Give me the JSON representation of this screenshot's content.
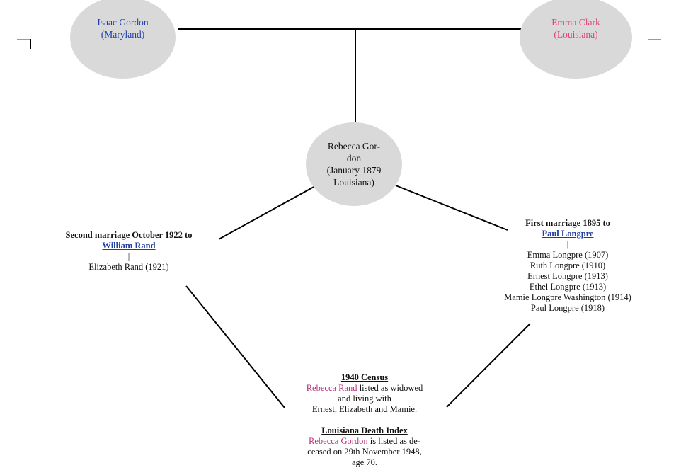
{
  "page": {
    "background": "#ffffff"
  },
  "colors": {
    "node_fill": "#d9d9d9",
    "father_text": "#1f3fb0",
    "mother_text": "#e0407a",
    "link_text": "#1f3f9f",
    "highlight_name": "#b5307e",
    "line": "#000000"
  },
  "father": {
    "name": "Isaac Gordon",
    "origin": "(Maryland)"
  },
  "mother": {
    "name": "Emma Clark",
    "origin": "(Louisiana)"
  },
  "subject": {
    "line1": "Rebecca Gor-",
    "line2": "don",
    "line3": "(January 1879",
    "line4": "Louisiana)"
  },
  "second_marriage": {
    "heading": "Second marriage October 1922 to",
    "spouse": "William Rand",
    "separator": "|",
    "children": [
      "Elizabeth Rand (1921)"
    ]
  },
  "first_marriage": {
    "heading": "First marriage 1895 to",
    "spouse": "Paul Longpre",
    "separator": "|",
    "children": [
      "Emma Longpre (1907)",
      "Ruth Longpre (1910)",
      "Ernest Longpre (1913)",
      "Ethel Longpre (1913)",
      "Mamie Longpre Washington (1914)",
      "Paul Longpre (1918)"
    ]
  },
  "census": {
    "heading": "1940 Census",
    "name": "Rebecca Rand",
    "text1": " listed as widowed",
    "text2": "and living with",
    "text3": "Ernest, Elizabeth and Mamie."
  },
  "death_index": {
    "heading": "Louisiana Death Index",
    "name": "Rebecca Gordon",
    "text1": " is listed as de-",
    "text2": "ceased on 29th November 1948,",
    "text3": "age 70."
  }
}
